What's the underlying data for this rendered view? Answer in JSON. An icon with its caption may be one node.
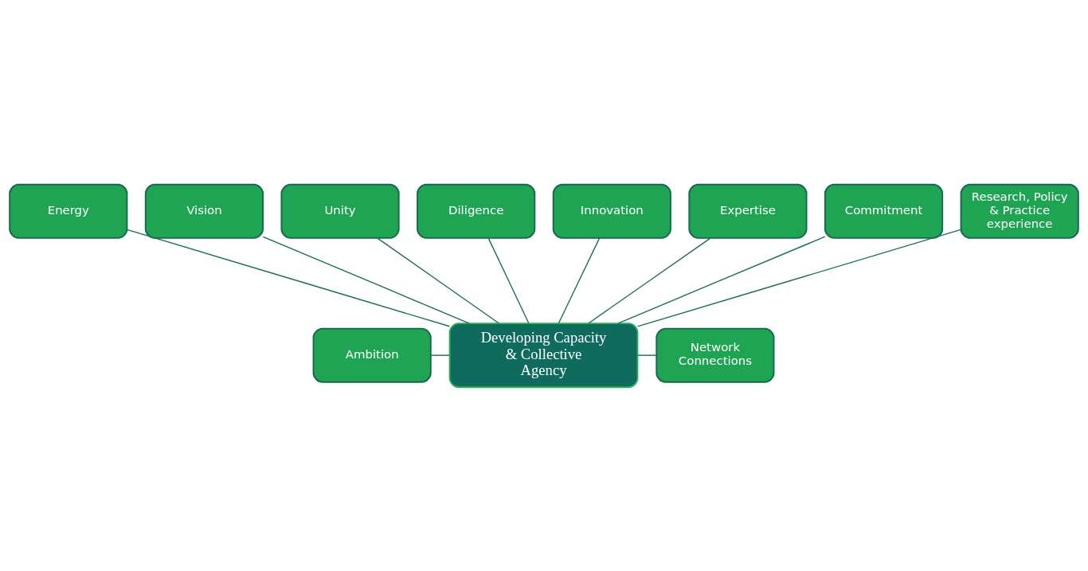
{
  "diagram": {
    "nodes": [
      {
        "text": [
          "Developing Capacity & Collective Agency"
        ]
      },
      {
        "text": [
          "Diligence"
        ]
      },
      {
        "text": [
          "Innovation"
        ]
      },
      {
        "text": [
          "Unity"
        ]
      },
      {
        "text": [
          "Expertise"
        ]
      },
      {
        "text": [
          "Vision"
        ]
      },
      {
        "text": [
          "Commitment"
        ]
      },
      {
        "text": [
          "Energy"
        ]
      },
      {
        "text": [
          "Research, Policy & Practice experience"
        ]
      },
      {
        "text": [
          "Ambition"
        ]
      },
      {
        "text": [
          "Network Connections"
        ]
      }
    ],
    "edges": [
      {
        "from": 0,
        "to": 1,
        "arrow": "none"
      },
      {
        "from": 0,
        "to": 2,
        "arrow": "none"
      },
      {
        "from": 0,
        "to": 3,
        "arrow": "none"
      },
      {
        "from": 0,
        "to": 4,
        "arrow": "none"
      },
      {
        "from": 0,
        "to": 5,
        "arrow": "none"
      },
      {
        "from": 0,
        "to": 6,
        "arrow": "none"
      },
      {
        "from": 0,
        "to": 7,
        "arrow": "none"
      },
      {
        "from": 0,
        "to": 8,
        "arrow": "none"
      },
      {
        "from": 0,
        "to": 9,
        "arrow": "none"
      },
      {
        "from": 0,
        "to": 10,
        "arrow": "none"
      }
    ]
  }
}
